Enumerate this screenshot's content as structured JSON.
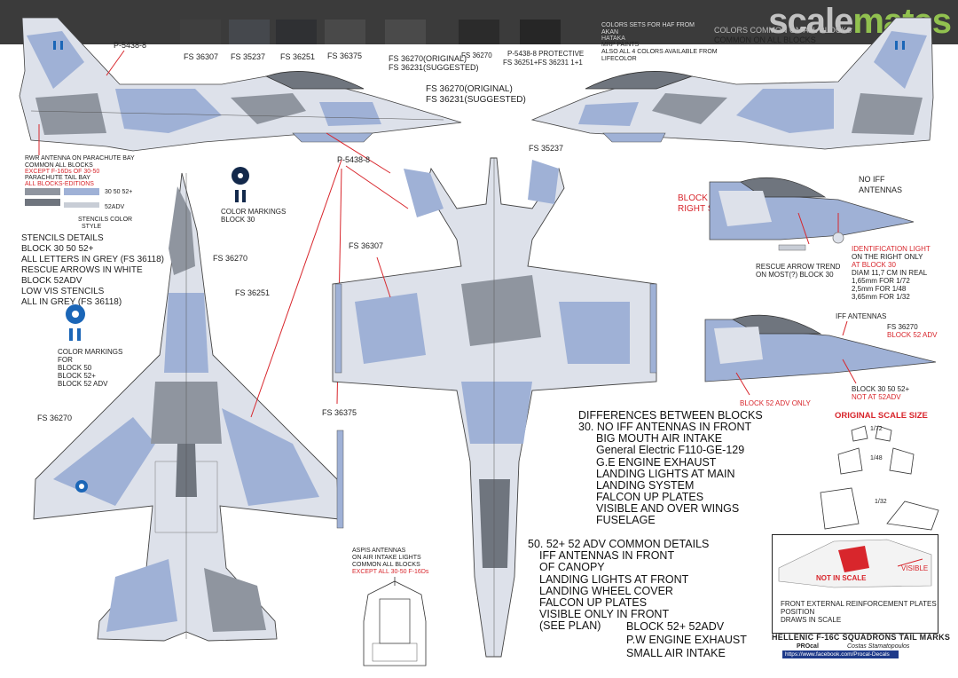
{
  "brand": {
    "scale": "scale",
    "mates": "mates"
  },
  "swatches": [
    {
      "code": "FS 36307",
      "hex": "#3f3f3f"
    },
    {
      "code": "FS 35237",
      "hex": "#45484d"
    },
    {
      "code": "FS 36251",
      "hex": "#2f3033"
    },
    {
      "code": "FS 36375",
      "hex": "#494949"
    },
    {
      "code1": "FS 36270(ORIGINAL)",
      "code2": "FS 36231(SUGGESTED)",
      "hex": "#4a4a4a"
    },
    {
      "code": "FS 36270",
      "hex": "#2b2b2b"
    },
    {
      "code1": "P-5438-8 PROTECTIVE",
      "code2": "FS 36251+FS 36231  1+1",
      "hex": "#262626"
    }
  ],
  "colors_note": [
    "COLORS SETS FOR HAF FROM",
    "AKAN",
    "HATAKA",
    "MRP PAINTS",
    "ALSO ALL 4 COLORS AVAILABLE FROM",
    "LIFECOLOR"
  ],
  "colors_common": [
    "COLORS COMMON ON ALL BLOCKS",
    "COMMON ON ALL BLOCKS"
  ],
  "side_labels": {
    "p5438_left": "P-5438-8",
    "fs_orig": "FS 36270(ORIGINAL)",
    "fs_sugg": "FS 36231(SUGGESTED)",
    "p5438_mid": "P-5438-8",
    "fs35237": "FS 35237",
    "fs36307": "FS 36307",
    "fs36270_top": "FS 36270",
    "fs36251": "FS 36251",
    "fs36375": "FS 36375",
    "fs36270_left": "FS 36270"
  },
  "rwr": [
    "RWR ANTENNA ON PARACHUTE BAY",
    "COMMON ALL BLOCKS",
    "EXCEPT F-16Ds OF 30-50",
    "PARACHUTE TAIL BAY",
    "ALL BLOCKS-EDITIONS"
  ],
  "stencil_labels": {
    "b1": "30 50 52+",
    "b2": "52ADV",
    "color": "STENCILS COLOR",
    "style": "STYLE"
  },
  "stencils_details": [
    "STENCILS DETAILS",
    "BLOCK  30 50 52+",
    "ALL LETTERS IN GREY (FS 36118)",
    "RESCUE ARROWS IN WHITE",
    "BLOCK 52ADV",
    "LOW VIS STENCILS",
    "ALL IN GREY (FS 36118)"
  ],
  "markings_b30": [
    "COLOR MARKINGS",
    "BLOCK 30"
  ],
  "markings_b50": [
    "COLOR MARKINGS",
    "FOR",
    "BLOCK 50",
    "BLOCK 52+",
    "BLOCK 52 ADV"
  ],
  "block30": {
    "title1": "BLOCK 30",
    "title2": "RIGHT SIDE",
    "noiff": [
      "NO IFF",
      "ANTENNAS"
    ]
  },
  "ident": [
    "IDENTIFICATION LIGHT",
    "ON THE RIGHT ONLY",
    "AT BLOCK 30",
    "DIAM 11,7 CM IN REAL",
    "1,65mm FOR 1/72",
    "2,5mm FOR 1/48",
    "3,65mm FOR 1/32"
  ],
  "rescue": [
    "RESCUE ARROW TREND",
    "ON MOST(?)  BLOCK 30"
  ],
  "iff52": {
    "iff": "IFF ANTENNAS",
    "fs": "FS 36270",
    "b52": "BLOCK 52 ADV",
    "only": "BLOCK 52 ADV ONLY",
    "b3050": "BLOCK 30 50 52+",
    "notat": "NOT AT 52ADV"
  },
  "scale_size": {
    "title": "ORIGINAL SCALE SIZE",
    "s72": "1/72",
    "s48": "1/48",
    "s32": "1/32"
  },
  "differences": [
    "DIFFERENCES BETWEEN BLOCKS",
    "30. NO IFF ANTENNAS IN FRONT",
    "BIG MOUTH AIR INTAKE",
    "General Electric F110-GE-129",
    "G.E ENGINE EXHAUST",
    "LANDING LIGHTS AT MAIN",
    "LANDING SYSTEM",
    "FALCON UP PLATES",
    "VISIBLE AND OVER WINGS",
    "FUSELAGE"
  ],
  "common52": [
    "50. 52+ 52 ADV COMMON DETAILS",
    "IFF ANTENNAS IN FRONT",
    "OF CANOPY",
    "LANDING LIGHTS AT FRONT",
    "LANDING WHEEL COVER",
    "FALCON UP PLATES",
    "VISIBLE ONLY IN FRONT",
    "(SEE PLAN)"
  ],
  "block52": {
    "title": "BLOCK 52+ 52ADV",
    "l1": "P.W ENGINE EXHAUST",
    "l2": "SMALL AIR INTAKE"
  },
  "aspis": [
    "ASPIS ANTENNAS",
    "ON AIR INTAKE LIGHTS",
    "COMMON ALL BLOCKS",
    "EXCEPT ALL 30-50 F-16Ds"
  ],
  "front_box": {
    "notinscale": "NOT IN SCALE",
    "visible": "VISIBLE",
    "l1": "FRONT  EXTERNAL REINFORCEMENT PLATES",
    "l2": "POSITION",
    "l3": "DRAWS IN SCALE"
  },
  "footer": {
    "title": "HELLENIC F-16C SQUADRONS TAIL MARKS",
    "brand": "PROcal",
    "author": "Costas Stamatopoulos",
    "url": "https://www.facebook.com/Procal-Decals"
  },
  "palette": {
    "light": "#dde1ea",
    "blue": "#9fb1d6",
    "grey": "#8f959f",
    "dark": "#6f757e",
    "red": "#d8262c",
    "roundel": "#1b66b7"
  }
}
